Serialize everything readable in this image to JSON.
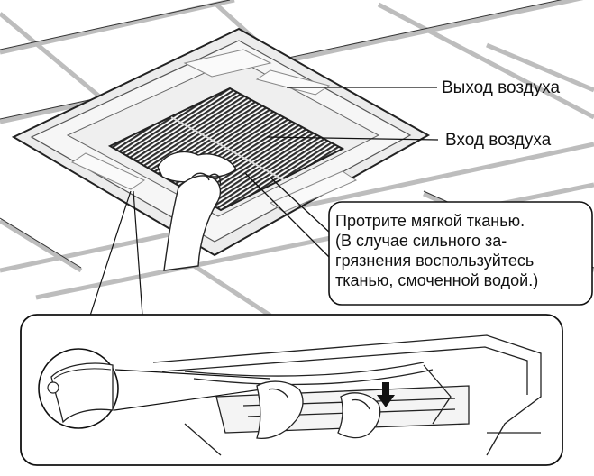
{
  "labels": {
    "air_outlet": "Выход воздуха",
    "air_inlet": "Вход воздуха"
  },
  "callout": {
    "lines": [
      "Протрите мягкой тканью.",
      "(В случае сильного за-",
      "грязнения воспользуйтесь",
      "тканью, смоченной водой.)"
    ]
  },
  "colors": {
    "line": "#222222",
    "panel_fill": "#f4f4f4",
    "grille": "#3a3a3a"
  }
}
